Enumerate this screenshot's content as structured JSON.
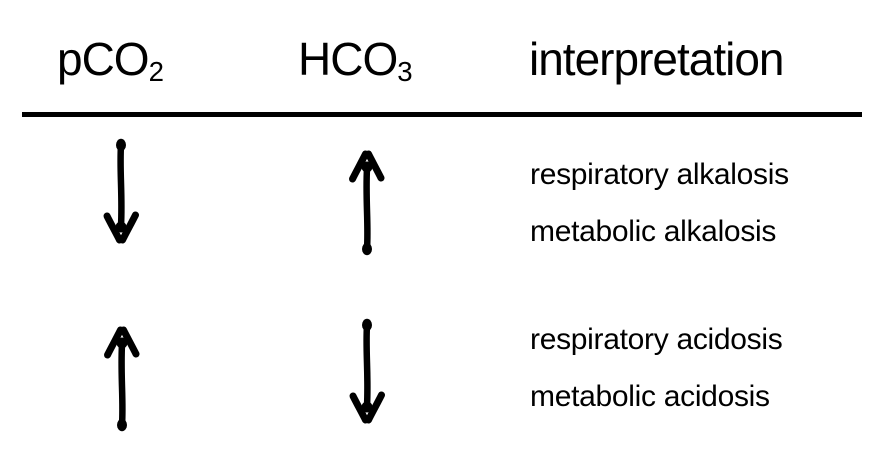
{
  "table": {
    "columns": [
      {
        "name": "pCO2",
        "label": "pCO",
        "subscript": "2"
      },
      {
        "name": "HCO3",
        "label": "HCO",
        "subscript": "3"
      },
      {
        "name": "interpretation",
        "label": "interpretation"
      }
    ],
    "rows": [
      {
        "pco2": {
          "direction": "down"
        },
        "hco3": {
          "direction": "up"
        },
        "interpretations": [
          "respiratory alkalosis",
          "metabolic alkalosis"
        ]
      },
      {
        "pco2": {
          "direction": "up"
        },
        "hco3": {
          "direction": "down"
        },
        "interpretations": [
          "respiratory acidosis",
          "metabolic acidosis"
        ]
      }
    ]
  },
  "colors": {
    "ink": "#000000",
    "background": "#ffffff"
  }
}
